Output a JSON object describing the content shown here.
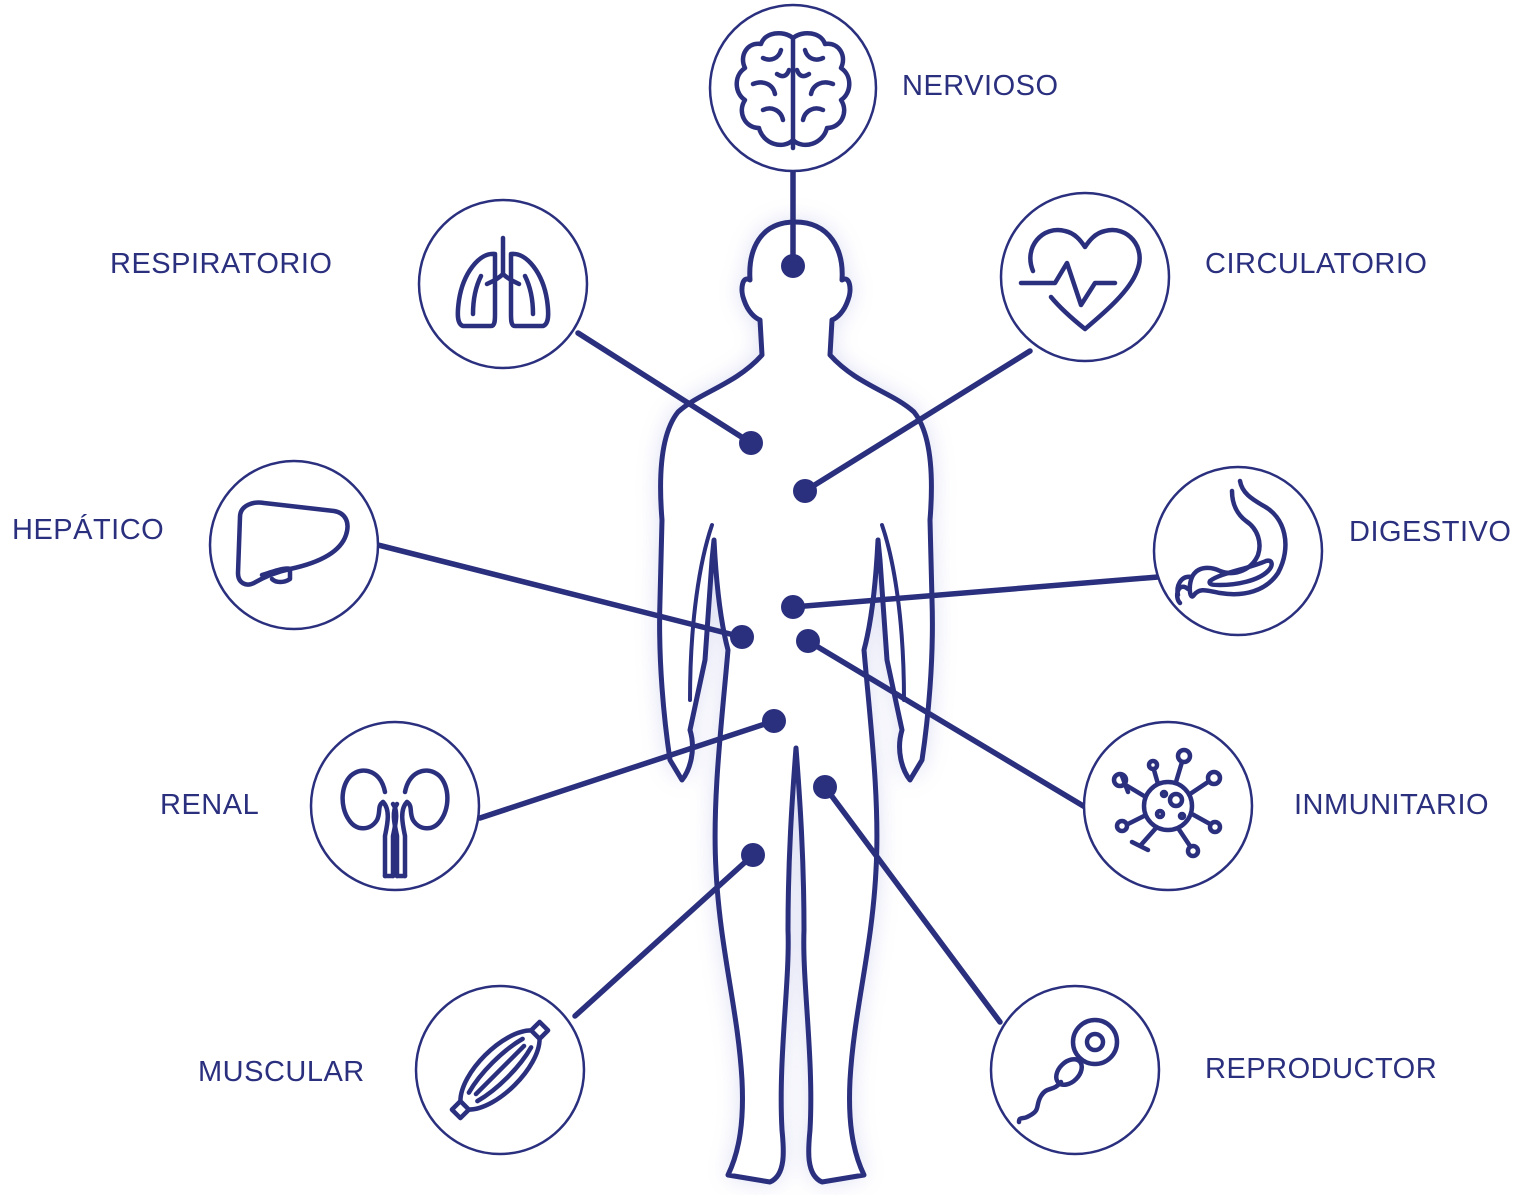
{
  "colors": {
    "primary": "#2a2f7e",
    "glow": "#8a8fd6",
    "background": "#ffffff"
  },
  "systems": [
    {
      "id": "nervioso",
      "label": "NERVIOSO",
      "icon": "brain-icon"
    },
    {
      "id": "respiratorio",
      "label": "RESPIRATORIO",
      "icon": "lungs-icon"
    },
    {
      "id": "circulatorio",
      "label": "CIRCULATORIO",
      "icon": "heart-pulse-icon"
    },
    {
      "id": "hepatico",
      "label": "HEPÁTICO",
      "icon": "liver-icon"
    },
    {
      "id": "digestivo",
      "label": "DIGESTIVO",
      "icon": "stomach-icon"
    },
    {
      "id": "renal",
      "label": "RENAL",
      "icon": "kidneys-icon"
    },
    {
      "id": "inmunitario",
      "label": "INMUNITARIO",
      "icon": "virus-cell-icon"
    },
    {
      "id": "muscular",
      "label": "MUSCULAR",
      "icon": "muscle-icon"
    },
    {
      "id": "reproductor",
      "label": "REPRODUCTOR",
      "icon": "sperm-egg-icon"
    }
  ]
}
